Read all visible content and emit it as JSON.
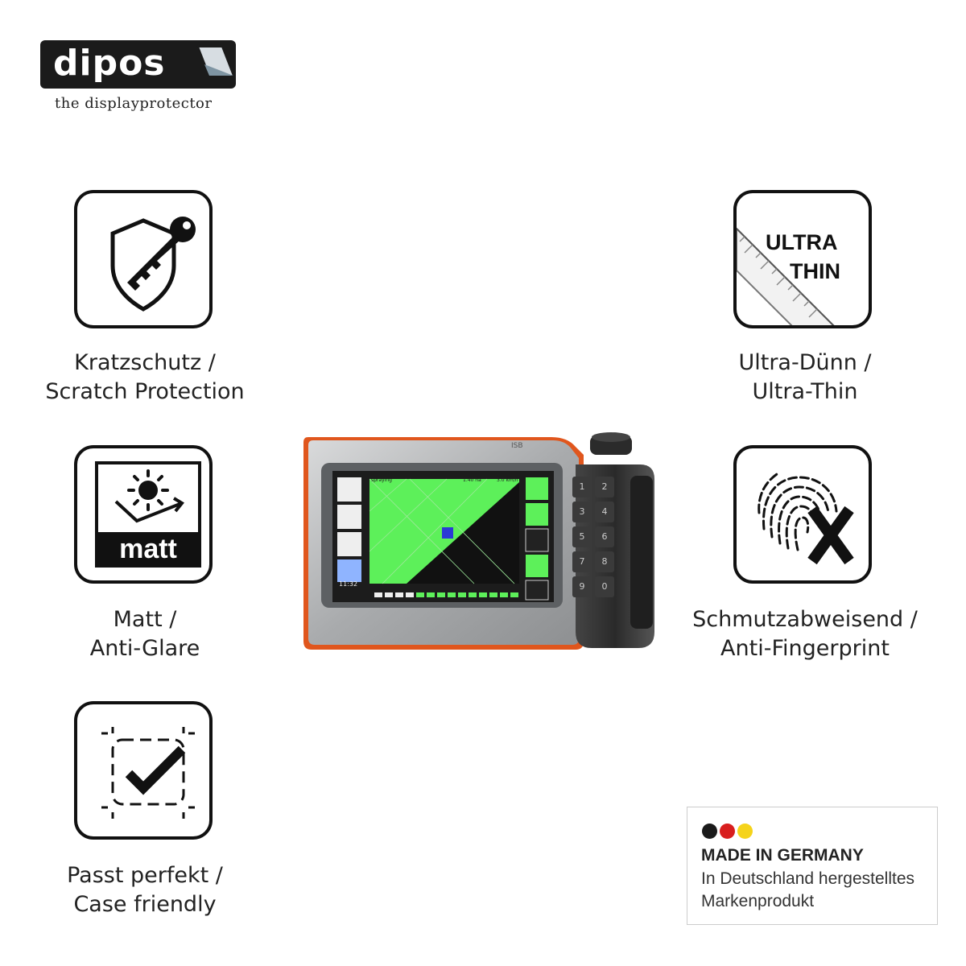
{
  "brand": {
    "name": "dipos",
    "tagline": "the displayprotector"
  },
  "features": [
    {
      "icon": "shield-key-icon",
      "line1": "Kratzschutz /",
      "line2": "Scratch Protection"
    },
    {
      "icon": "ultra-thin-icon",
      "line1": "Ultra-Dünn /",
      "line2": "Ultra-Thin",
      "icon_text1": "ULTRA",
      "icon_text2": "THIN"
    },
    {
      "icon": "matt-sun-icon",
      "line1": "Matt /",
      "line2": "Anti-Glare",
      "icon_text": "matt"
    },
    {
      "icon": "fingerprint-x-icon",
      "line1": "Schmutzabweisend /",
      "line2": "Anti-Fingerprint"
    },
    {
      "icon": "checkmark-frame-icon",
      "line1": "Passt perfekt /",
      "line2": "Case friendly"
    }
  ],
  "device": {
    "icon": "terminal-device-icon",
    "screen_status_left": "spraying",
    "screen_status_mid": "1.40 ha",
    "screen_status_right": "3.0 km/h",
    "screen_time": "11:32",
    "screen_label": "ISB",
    "keypad": [
      "1",
      "2",
      "3",
      "4",
      "5",
      "6",
      "7",
      "8",
      "9",
      "0"
    ]
  },
  "badge": {
    "title": "MADE IN GERMANY",
    "line1": "In Deutschland hergestelltes",
    "line2": "Markenprodukt",
    "colors": [
      "#1a1a1a",
      "#d81e1e",
      "#f5d31a"
    ]
  },
  "colors": {
    "accent_orange": "#e0561d",
    "screen_green": "#5df05a",
    "icon_stroke": "#111111"
  }
}
